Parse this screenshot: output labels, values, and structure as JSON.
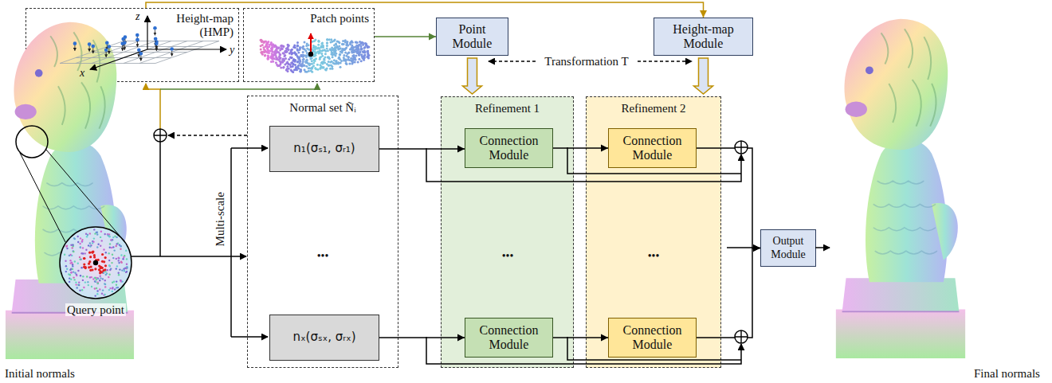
{
  "diagram": {
    "nodes": [
      {
        "text": [
          "Height-map (HMP)"
        ]
      },
      {
        "text": [
          "Patch points"
        ]
      },
      {
        "text": [
          "Point Module"
        ]
      },
      {
        "text": [
          "Height-map Module"
        ]
      },
      {
        "text": [
          "Normal set Ñᵢ"
        ]
      },
      {
        "text": [
          "n₁(σₛ₁, σᵣ₁)"
        ],
        "in": 4
      },
      {
        "text": [
          "nₓ(σₛₓ, σᵣₓ)"
        ],
        "in": 4
      },
      {
        "text": [
          "Refinement 1"
        ]
      },
      {
        "text": [
          "Connection Module"
        ],
        "in": 7
      },
      {
        "text": [
          "Connection Module"
        ],
        "in": 7
      },
      {
        "text": [
          "Refinement 2"
        ]
      },
      {
        "text": [
          "Connection Module"
        ],
        "in": 10
      },
      {
        "text": [
          "Connection Module"
        ],
        "in": 10
      },
      {
        "text": [
          "Output Module"
        ]
      }
    ],
    "edges": [
      {
        "from": 0,
        "to": 3,
        "arrow": "to"
      },
      {
        "from": 1,
        "to": 2,
        "arrow": "to"
      },
      {
        "from": 2,
        "to": 7,
        "arrow": "to"
      },
      {
        "from": 3,
        "to": 10,
        "arrow": "to"
      },
      {
        "from": 5,
        "to": 8,
        "arrow": "to"
      },
      {
        "from": 8,
        "to": 11,
        "arrow": "to"
      },
      {
        "from": 6,
        "to": 9,
        "arrow": "to"
      },
      {
        "from": 9,
        "to": 12,
        "arrow": "to"
      },
      {
        "from": 11,
        "to": 13,
        "arrow": "to"
      },
      {
        "from": 12,
        "to": 13,
        "arrow": "to"
      }
    ],
    "labels": [
      "z",
      "x",
      "y",
      "Initial normals",
      "Query point",
      "Multi-scale",
      "•••",
      "•••",
      "•••",
      "Transformation T",
      "Final normals"
    ]
  }
}
